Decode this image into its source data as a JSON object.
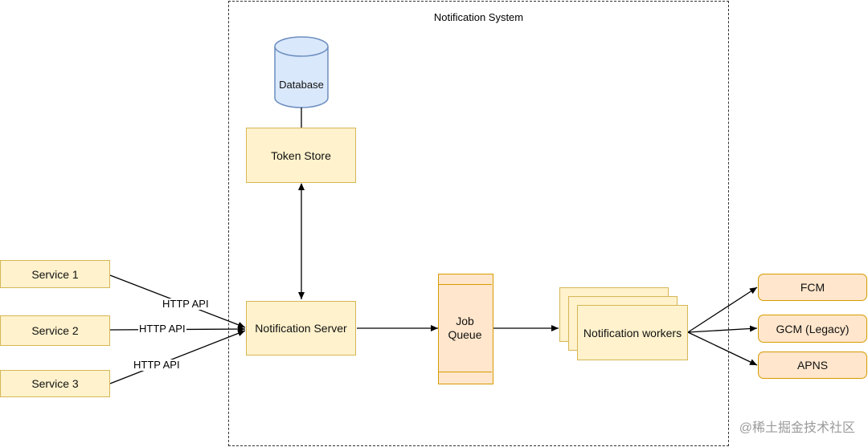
{
  "system": {
    "title": "Notification System"
  },
  "nodes": {
    "database": "Database",
    "token_store": "Token Store",
    "notification_server": "Notification Server",
    "job_queue": "Job\nQueue",
    "notification_workers": "Notification workers",
    "service_1": "Service 1",
    "service_2": "Service 2",
    "service_3": "Service 3",
    "fcm": "FCM",
    "gcm": "GCM (Legacy)",
    "apns": "APNS"
  },
  "edges": {
    "service_1_label": "HTTP API",
    "service_2_label": "HTTP API",
    "service_3_label": "HTTP API"
  },
  "watermark": "@稀土掘金技术社区",
  "colors": {
    "yellow_fill": "#fff2cc",
    "yellow_stroke": "#d6b656",
    "orange_fill": "#ffe6cc",
    "orange_stroke": "#d79b00",
    "db_fill": "#dae8fc",
    "db_stroke": "#6c8ebf"
  }
}
